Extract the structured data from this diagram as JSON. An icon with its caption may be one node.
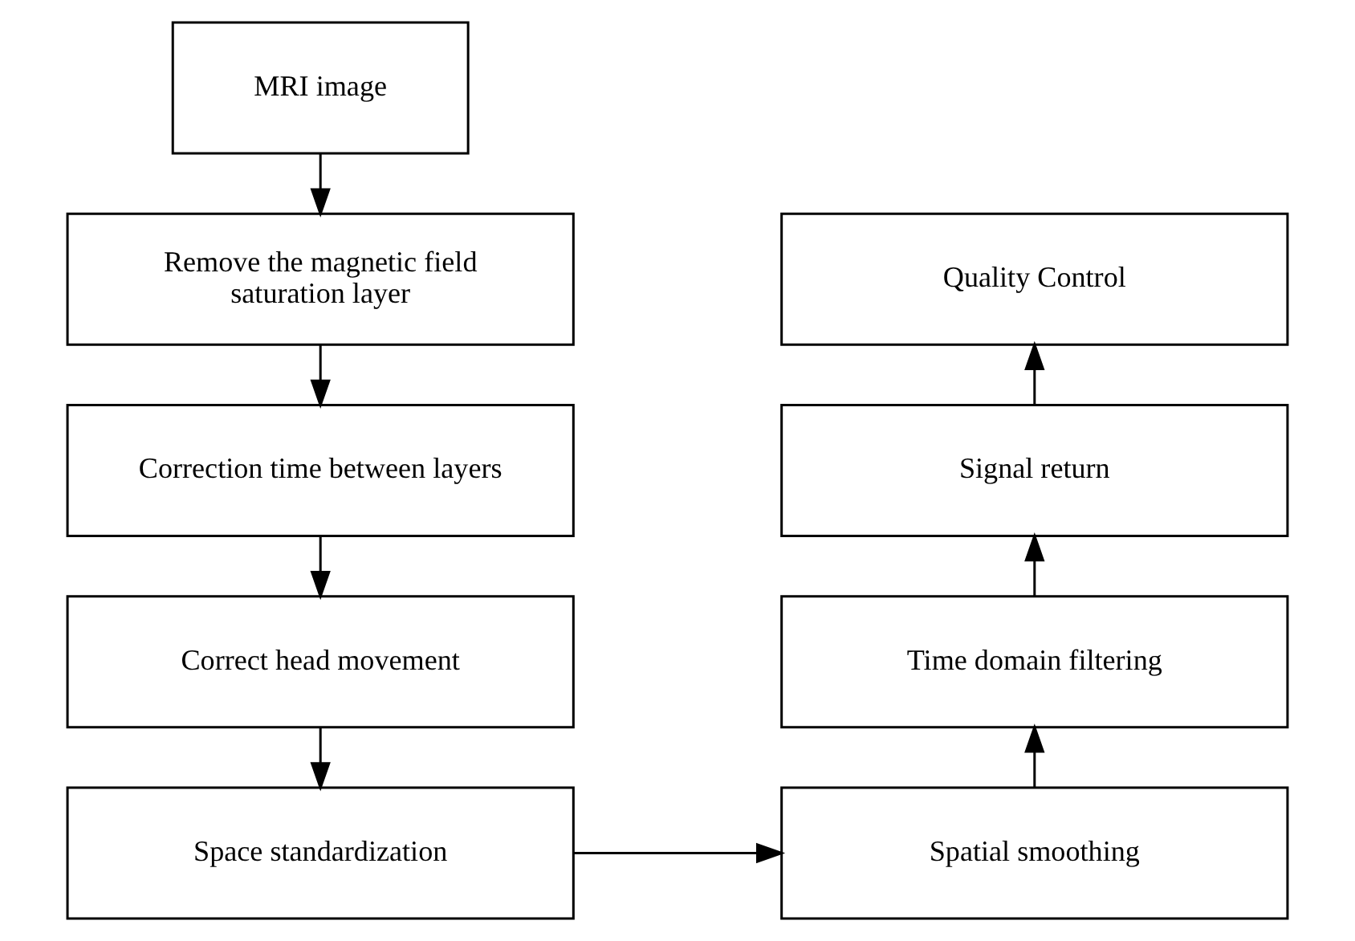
{
  "diagram": {
    "nodes": [
      {
        "text": [
          "MRI image"
        ]
      },
      {
        "text": [
          "Remove the magnetic field saturation layer"
        ]
      },
      {
        "text": [
          "Correction time between layers"
        ]
      },
      {
        "text": [
          "Correct head movement"
        ]
      },
      {
        "text": [
          "Space standardization"
        ]
      },
      {
        "text": [
          "Spatial smoothing"
        ]
      },
      {
        "text": [
          "Time domain filtering"
        ]
      },
      {
        "text": [
          "Signal return"
        ]
      },
      {
        "text": [
          "Quality Control"
        ]
      }
    ],
    "edges": [
      {
        "from": 0,
        "to": 1,
        "arrow": "to"
      },
      {
        "from": 1,
        "to": 2,
        "arrow": "to"
      },
      {
        "from": 2,
        "to": 3,
        "arrow": "to"
      },
      {
        "from": 3,
        "to": 4,
        "arrow": "to"
      },
      {
        "from": 4,
        "to": 5,
        "arrow": "to"
      },
      {
        "from": 5,
        "to": 6,
        "arrow": "to"
      },
      {
        "from": 6,
        "to": 7,
        "arrow": "to"
      },
      {
        "from": 7,
        "to": 8,
        "arrow": "to"
      }
    ]
  }
}
